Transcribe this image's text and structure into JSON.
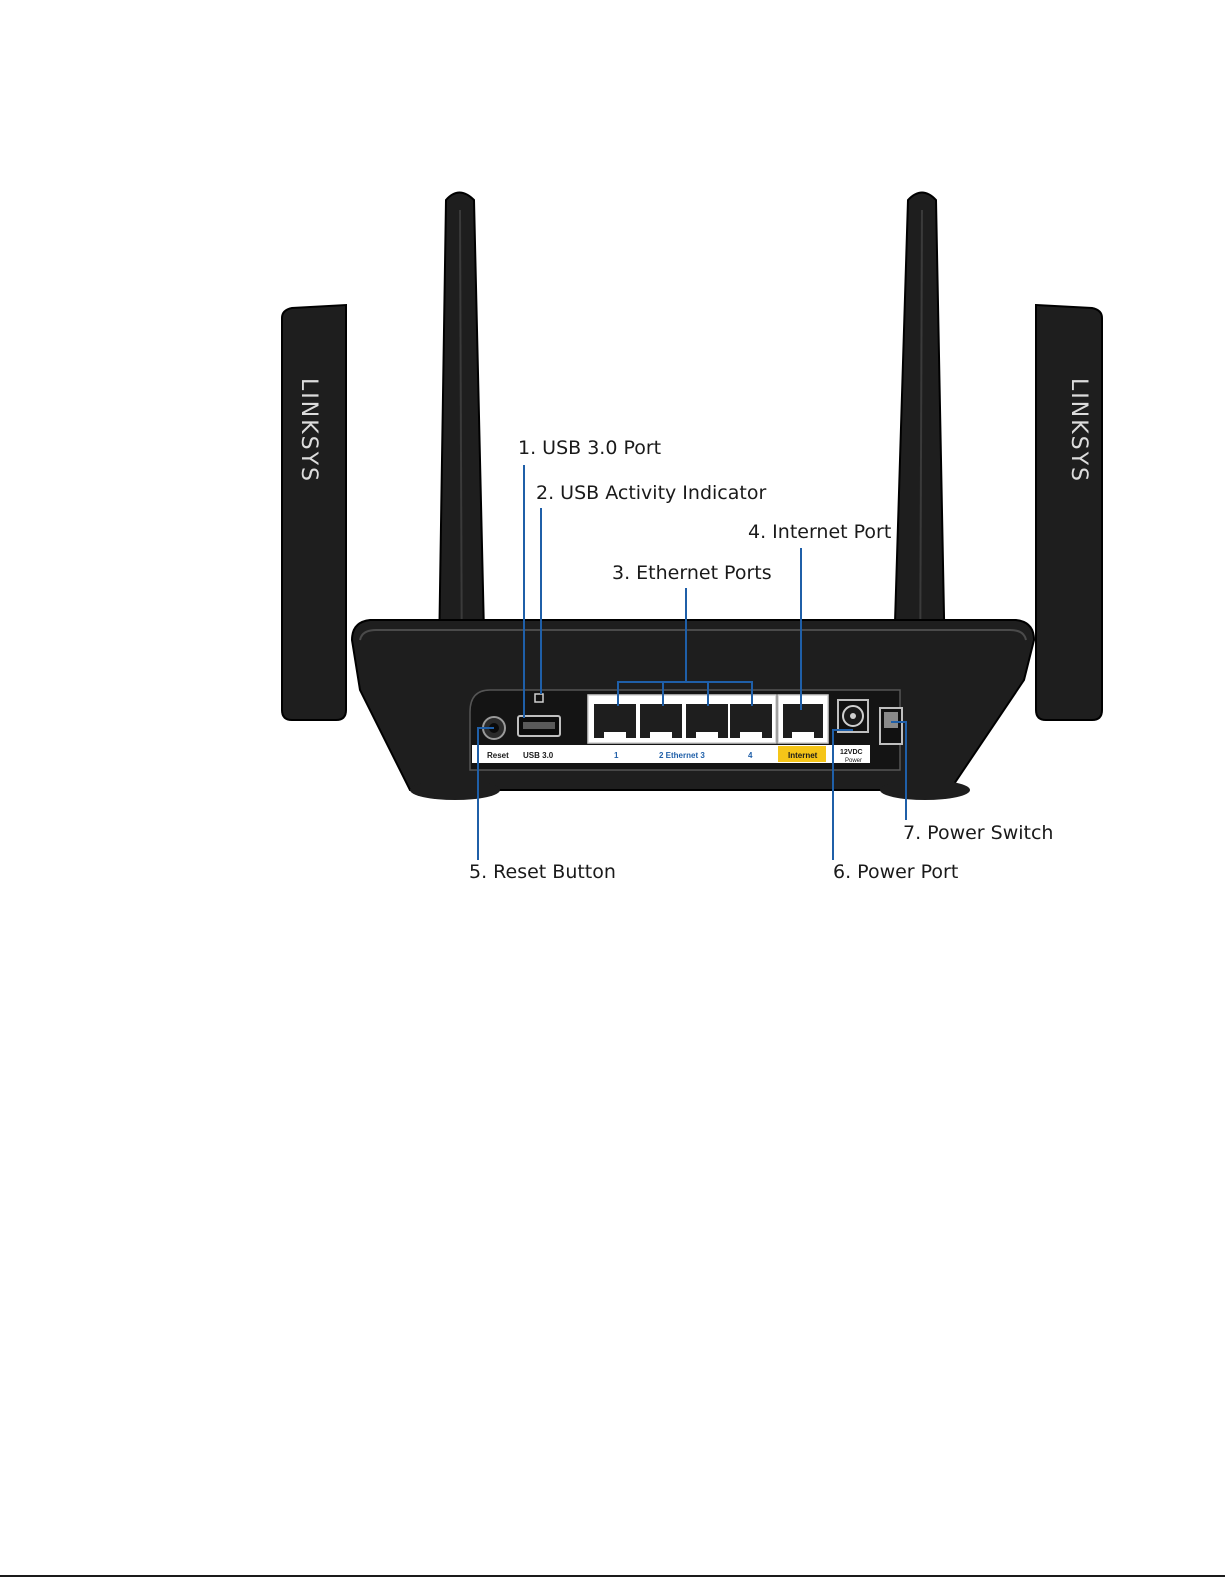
{
  "brand": "LINKSYS",
  "callouts": {
    "usb_port": "1. USB 3.0 Port",
    "usb_activity": "2. USB Activity Indicator",
    "ethernet_ports": "3. Ethernet Ports",
    "internet_port": "4. Internet Port",
    "reset_button": "5. Reset Button",
    "power_port": "6. Power Port",
    "power_switch": "7. Power Switch"
  },
  "port_labels": {
    "reset": "Reset",
    "usb": "USB 3.0",
    "eth1": "1",
    "eth23": "2 Ethernet 3",
    "eth4": "4",
    "internet": "Internet",
    "power_volts": "12VDC",
    "power_word": "Power"
  },
  "colors": {
    "callout_line": "#1f5fa8",
    "internet_label": "#f5c518",
    "ethernet_label": "#1f5fa8",
    "device_body": "#1e1e1e"
  }
}
